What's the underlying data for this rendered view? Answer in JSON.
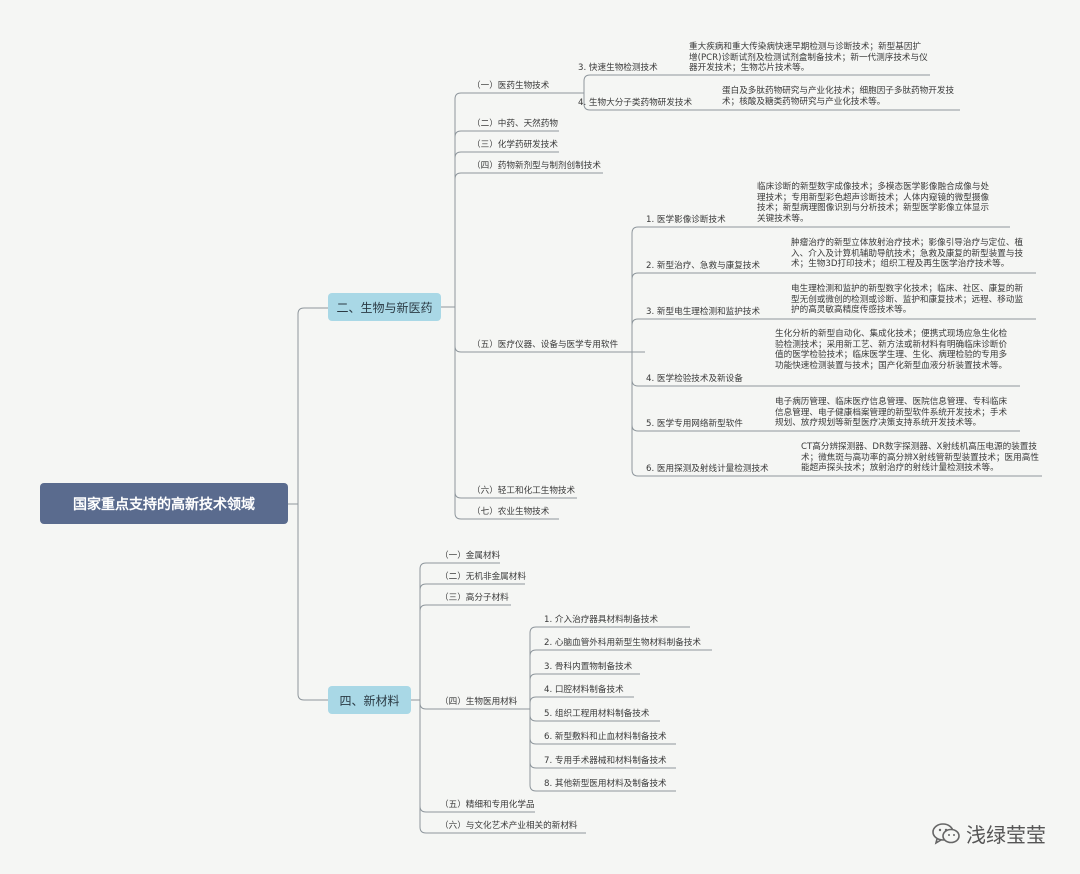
{
  "root": "国家重点支持的高新技术领域",
  "branch_bio": {
    "label": "二、生物与新医药",
    "children": [
      {
        "label": "（一）医药生物技术",
        "children": [
          {
            "label": "3. 快速生物检测技术",
            "desc": "重大疾病和重大传染病快速早期检测与诊断技术；新型基因扩增(PCR)诊断试剂及检测试剂盒制备技术；新一代测序技术与仪器开发技术；生物芯片技术等。"
          },
          {
            "label": "4. 生物大分子类药物研发技术",
            "desc": "蛋白及多肽药物研究与产业化技术；细胞因子多肽药物开发技术；核酸及糖类药物研究与产业化技术等。"
          }
        ]
      },
      {
        "label": "（二）中药、天然药物"
      },
      {
        "label": "（三）化学药研发技术"
      },
      {
        "label": "（四）药物新剂型与制剂创制技术"
      },
      {
        "label": "（五）医疗仪器、设备与医学专用软件",
        "children": [
          {
            "label": "1. 医学影像诊断技术",
            "desc": "临床诊断的新型数字成像技术；多模态医学影像融合成像与处理技术；专用新型彩色超声诊断技术；人体内窥镜的微型摄像技术；新型病理图像识别与分析技术；新型医学影像立体显示关键技术等。"
          },
          {
            "label": "2. 新型治疗、急救与康复技术",
            "desc": "肿瘤治疗的新型立体放射治疗技术；影像引导治疗与定位、植入、介入及计算机辅助导航技术；急救及康复的新型装置与技术；生物3D打印技术；组织工程及再生医学治疗技术等。"
          },
          {
            "label": "3. 新型电生理检测和监护技术",
            "desc": "电生理检测和监护的新型数字化技术；临床、社区、康复的新型无创或微创的检测或诊断、监护和康复技术；远程、移动监护的高灵敏高精度传感技术等。"
          },
          {
            "label": "4. 医学检验技术及新设备",
            "desc": "生化分析的新型自动化、集成化技术；便携式现场应急生化检验检测技术；采用新工艺、新方法或新材料有明确临床诊断价值的医学检验技术；临床医学生理、生化、病理检验的专用多功能快速检测装置与技术；国产化新型血液分析装置技术等。"
          },
          {
            "label": "5. 医学专用网络新型软件",
            "desc": "电子病历管理、临床医疗信息管理、医院信息管理、专科临床信息管理、电子健康档案管理的新型软件系统开发技术；手术规划、放疗规划等新型医疗决策支持系统开发技术等。"
          },
          {
            "label": "6. 医用探测及射线计量检测技术",
            "desc": "CT高分辨探测器、DR数字探测器、X射线机高压电源的装置技术；微焦斑与高功率的高分辨X射线管新型装置技术；医用高性能超声探头技术；放射治疗的射线计量检测技术等。"
          }
        ]
      },
      {
        "label": "（六）轻工和化工生物技术"
      },
      {
        "label": "（七）农业生物技术"
      }
    ]
  },
  "branch_mat": {
    "label": "四、新材料",
    "children": [
      {
        "label": "（一）金属材料"
      },
      {
        "label": "（二）无机非金属材料"
      },
      {
        "label": "（三）高分子材料"
      },
      {
        "label": "（四）生物医用材料",
        "children": [
          {
            "label": "1. 介入治疗器具材料制备技术"
          },
          {
            "label": "2. 心脑血管外科用新型生物材料制备技术"
          },
          {
            "label": "3. 骨科内置物制备技术"
          },
          {
            "label": "4. 口腔材料制备技术"
          },
          {
            "label": "5. 组织工程用材料制备技术"
          },
          {
            "label": "6. 新型敷料和止血材料制备技术"
          },
          {
            "label": "7. 专用手术器械和材料制备技术"
          },
          {
            "label": "8. 其他新型医用材料及制备技术"
          }
        ]
      },
      {
        "label": "（五）精细和专用化学品"
      },
      {
        "label": "（六）与文化艺术产业相关的新材料"
      }
    ]
  },
  "watermark": "浅绿莹莹",
  "colors": {
    "root": "#5a6b8e",
    "level1": "#a9d8e6",
    "line": "#8e969c",
    "background": "#f5f6f4"
  },
  "icons": {
    "watermark_logo": "wechat-icon"
  }
}
